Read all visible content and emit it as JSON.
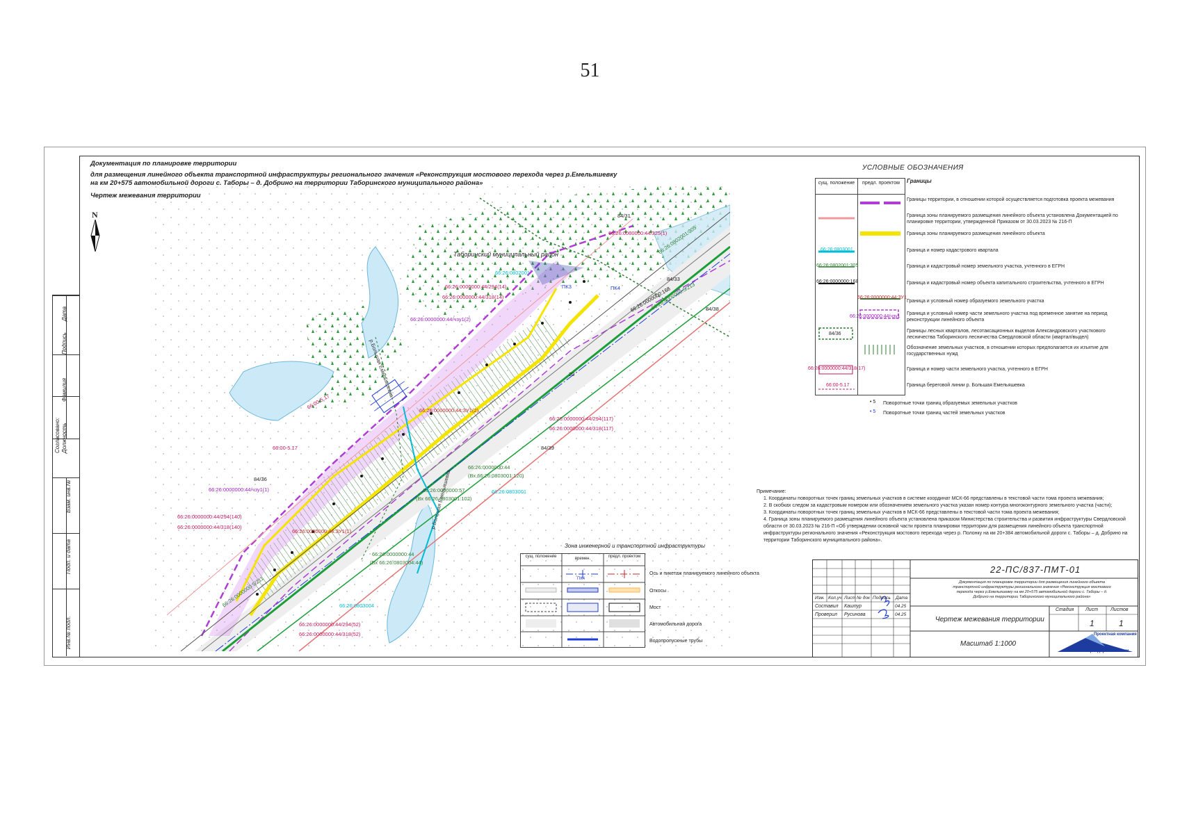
{
  "page_number": "51",
  "header": {
    "line1": "Документация по планировке территории",
    "line2": "для размещения линейного объекта транспортной инфраструктуры регионального значения «Реконструкция мостового перехода через р.Емельяшевку",
    "line3": "на км 20+575 автомобильной дороги с. Таборы – д. Добрино на территории Таборинского муниципального района»",
    "line4": "Чертеж межевания территории"
  },
  "north": "N",
  "side_stamp": {
    "labels": [
      "Дата",
      "Подпись",
      "Фамилия",
      "Согласовано: Должность",
      "Взам. инв.№",
      "Подп. и дата",
      "Инв.№ подл."
    ]
  },
  "map_labels": {
    "district": "Таборинский муниципальный район",
    "river": "р.Большая Емельяшевка",
    "river2": "р.Большая Емельяшевка",
    "q8431": "84/31",
    "q8433": "84/33",
    "q8438": "84/38",
    "q8436": "84/36",
    "q8439": "84/39",
    "zu1": "66:26:0000000:44/чзу1(1)",
    "zu2": "66:26:0000000:44/чзу1(2)",
    "zu3_1": "66:26:0000000:44:ЗУ1(1)",
    "zu3_2": "66:26:0000000:44:ЗУ1(2)",
    "p325": "66:26:0000000:44/325(1)",
    "p294_14": "66:26:0000000:44/294(14)",
    "p318_14": "66:26:0000000:44/318(14)",
    "p294_117": "66:26:0000000:44/294(117)",
    "p318_117": "66:26:0000000:44/318(117)",
    "p294_140": "66:26:0000000:44/294(140)",
    "p318_140": "66:26:0000000:44/318(140)",
    "p294_52": "66:26:0000000:44/294(52)",
    "p318_52": "66:26:0000000:44/318(52)",
    "p5_213": "66:26:0000000:5/213",
    "p5_211": "66:26:0000000:5/211",
    "q0802001305": "66:26:0802001:305",
    "q168": "66:26:0000000:168",
    "q0803001": "66:26:0803001",
    "q0802001": "66:26:0802001",
    "q0803004": "66:26:0803004",
    "g44": "66:26:0000000:44",
    "g44b": "(Вх 66:26:0803001:120)",
    "g57": "66:26:0000000:57",
    "g57b": "(Вх 66:26:0803001:102)",
    "g44c": "66:26:0000000:44",
    "g44d": "(Вх 66:26:0803004:44)",
    "shore1": "66:00-5.17",
    "shore2": "66:00-5.17",
    "pk1": "ПК4",
    "pk2": "ПК3",
    "pk3": "20"
  },
  "legend": {
    "title": "УСЛОВНЫЕ ОБОЗНАЧЕНИЯ",
    "col1": "сущ. положение",
    "col2": "предл. проектом",
    "group": "Границы",
    "items": [
      {
        "text": "Границы территории, в отношении которой осуществляется подготовка проекта межевания",
        "symbol": ""
      },
      {
        "text": "Граница зоны планируемого размещения линейного объекта установлена Документацией по планировке территории, утвержденной Приказом от 30.03.2023 № 216-П",
        "symbol": ""
      },
      {
        "text": "Граница зоны планируемого размещения линейного объекта",
        "symbol": ""
      },
      {
        "text": "Граница и номер кадастрового квартала",
        "symbol": "66:26:0803001"
      },
      {
        "text": "Граница и кадастровый номер земельного участка, учтенного в ЕГРН",
        "symbol": "66:26:0802001:305"
      },
      {
        "text": "Граница и кадастровый номер объекта капитального строительства, учтенного в ЕГРН",
        "symbol": "66:26:0000000:168"
      },
      {
        "text": "Граница и условный номер образуемого земельного участка",
        "symbol": "66:26:0000000:44:ЗУ1"
      },
      {
        "text": "Граница и условный номер части земельного участка под временное занятие на период реконструкции линейного объекта",
        "symbol": "66:26:0000000:44/чзу1"
      },
      {
        "text": "Границы лесных кварталов, лесотаксационных выделов Александровского участкового лесничества Таборинского лесничества Свердловской области (квартал/выдел)",
        "symbol": "84/36"
      },
      {
        "text": "Обозначение земельных участков, в отношении которых предполагается их изъятие для государственных нужд",
        "symbol": ""
      },
      {
        "text": "Граница и номер части земельного участка, учтенного в ЕГРН",
        "symbol": "66:26:0000000:44/318(17)"
      },
      {
        "text": "Граница береговой линии р. Большая Емельяшевка",
        "symbol": "66:00-5.17"
      }
    ],
    "point1": "Поворотные точки границ образуемых земельных участков",
    "point2": "Поворотные точки границ частей земельных участков"
  },
  "notes": {
    "title": "Примечание:",
    "items": [
      "1. Координаты поворотных точек границ земельных участков в системе координат МСК-66 представлены в текстовой части тома проекта межевания;",
      "2. В скобках следом за кадастровым номером или обозначением земельного участка указан номер контура многоконтурного земельного участка (части);",
      "3. Координаты поворотных точек границ земельных участков в МСК-66 представлены в текстовой части тома проекта межевания;",
      "4. Граница зоны планируемого размещения линейного объекта установлена приказом Министерства строительства и развития инфраструктуры Свердловской области от 30.03.2023 № 216-П «Об утверждении основной части проекта планировки территории для размещения линейного объекта транспортной инфраструктуры регионального значения «Реконструкция мостового перехода через р. Полонку на км 20+384 автомобильной дороги с. Таборы – д. Добрино на территории Таборинского муниципального района»."
    ]
  },
  "zone_legend": {
    "title": "Зона инженерной и транспортной инфраструктуры",
    "col1": "сущ. положение",
    "col2": "времен.",
    "col3": "предл. проектом",
    "rows": [
      "Ось и пикетаж планируемого линейного объекта",
      "Откосы",
      "Мост",
      "Автомобильная дорога",
      "Водопропускные трубы"
    ],
    "pk": "ПК4"
  },
  "title_block": {
    "code": "22-ПС/837-ПМТ-01",
    "desc": "Документация по планировке территории для размещения линейного объекта транспортной инфраструктуры регионального значения «Реконструкция мостового перехода через р.Емельяшевку на км 20+575 автомобильной дороги с. Таборы – д. Добрино на территории Таборинского муниципального района»",
    "cols": [
      "Изм.",
      "Кол.уч",
      "Лист",
      "№ док",
      "Подпись",
      "Дата"
    ],
    "row1": {
      "role": "Составил",
      "name": "Кашпур",
      "date": "04.25"
    },
    "row2": {
      "role": "Проверил",
      "name": "Русинова",
      "date": "04.25"
    },
    "sheet_title": "Чертеж межевания территории",
    "stage_lbl": "Стадия",
    "sheet_lbl": "Лист",
    "sheets_lbl": "Листов",
    "sheet": "1",
    "sheets": "1",
    "scale": "Масштаб 1:1000",
    "company1": "Проектная компания",
    "company2": "Уралдортехнологии"
  }
}
